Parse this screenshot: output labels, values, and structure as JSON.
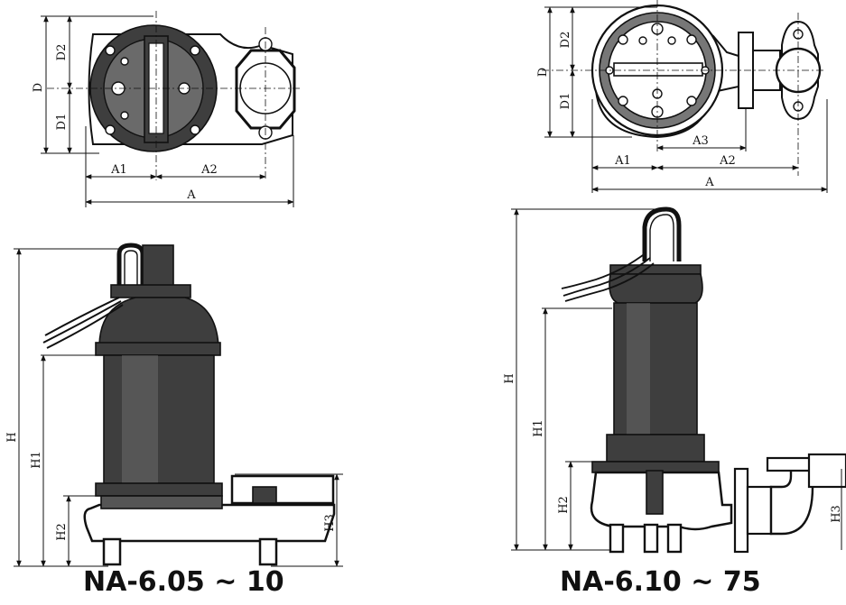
{
  "left_pump": {
    "model": "NA-6.05 ~ 10",
    "top_view_dims": [
      "D",
      "D2",
      "D1",
      "A1",
      "A2",
      "A"
    ],
    "side_view_dims": [
      "H",
      "H1",
      "H2",
      "H3"
    ]
  },
  "right_pump": {
    "model": "NA-6.10 ~ 75",
    "top_view_dims": [
      "D",
      "D2",
      "D1",
      "A1",
      "A2",
      "A3",
      "A"
    ],
    "side_view_dims": [
      "H",
      "H1",
      "H2",
      "H3"
    ]
  }
}
